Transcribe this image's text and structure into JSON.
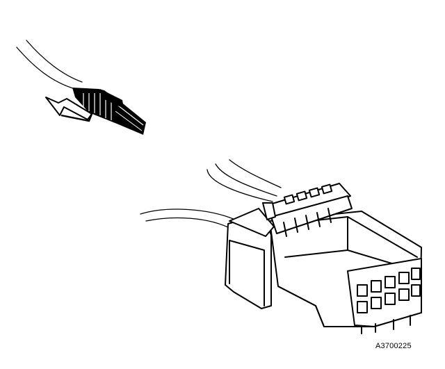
{
  "figure": {
    "reference_code": "A3700225",
    "ink_color": "#000000",
    "paper_color": "#ffffff"
  },
  "parts": {
    "removed_lock": {
      "icon": "connector-position-assurance-lock"
    },
    "removal_direction": {
      "icon": "arrow-left-down"
    },
    "connector": {
      "icon": "ten-cavity-electrical-connector"
    },
    "cavity_rows": [
      5,
      5
    ]
  }
}
